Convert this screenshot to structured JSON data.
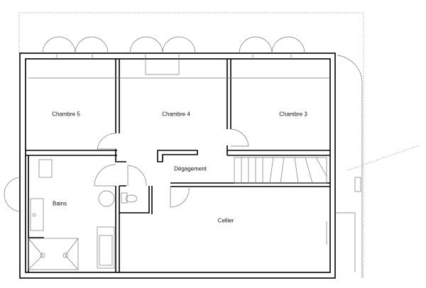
{
  "rooms": {
    "chambre5": "Chambre 5",
    "chambre4": "Chambre 4",
    "chambre3": "Chambre 3",
    "degagement": "Dégagement",
    "bains": "Bains",
    "cellier": "Cellier"
  }
}
